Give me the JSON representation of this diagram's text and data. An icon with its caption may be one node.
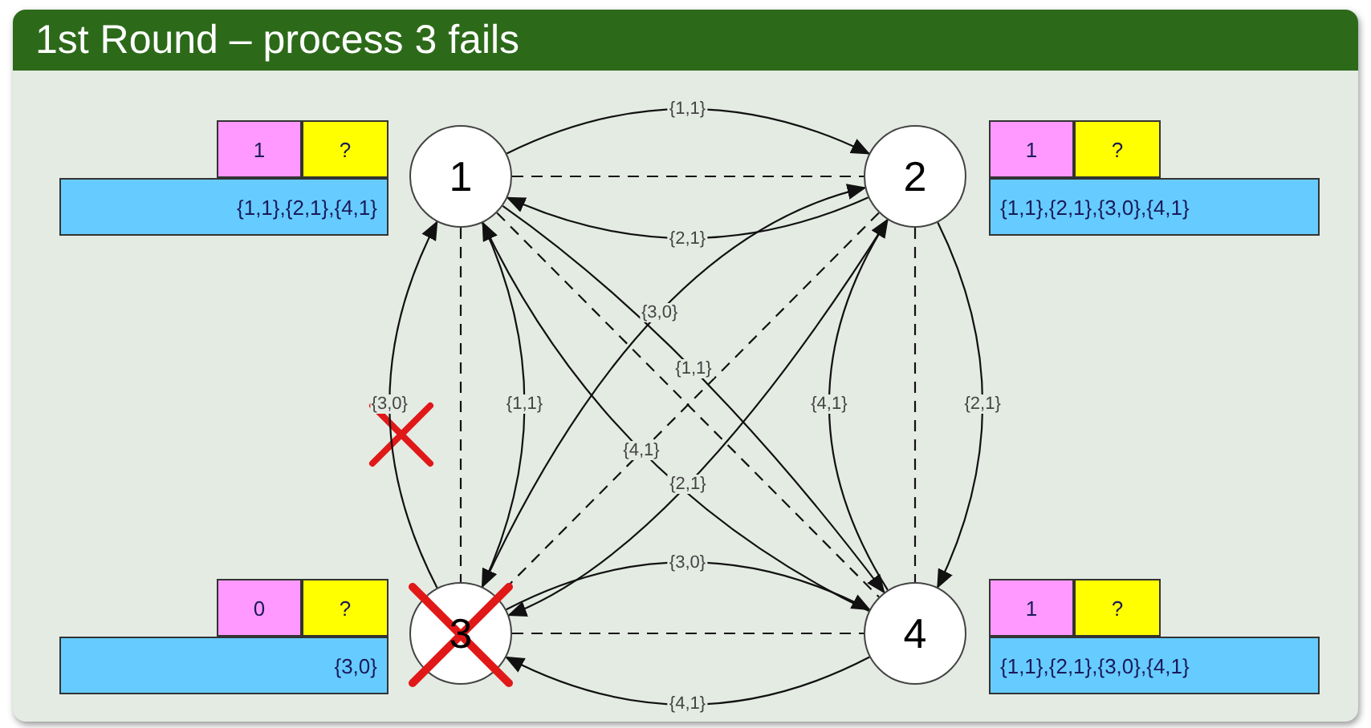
{
  "diagram": {
    "title": "1st Round – process 3 fails",
    "nodes": [
      {
        "text": [
          "1"
        ]
      },
      {
        "text": [
          "2"
        ]
      },
      {
        "text": [
          "3"
        ]
      },
      {
        "text": [
          "4"
        ]
      },
      {
        "text": [
          "1"
        ]
      },
      {
        "text": [
          "?"
        ]
      },
      {
        "text": [
          "{1,1},{2,1},{4,1}"
        ]
      },
      {
        "text": [
          "1"
        ]
      },
      {
        "text": [
          "?"
        ]
      },
      {
        "text": [
          "{1,1},{2,1},{3,0},{4,1}"
        ]
      },
      {
        "text": [
          "0"
        ]
      },
      {
        "text": [
          "?"
        ]
      },
      {
        "text": [
          "{3,0}"
        ]
      },
      {
        "text": [
          "1"
        ]
      },
      {
        "text": [
          "?"
        ]
      },
      {
        "text": [
          "{1,1},{2,1},{3,0},{4,1}"
        ]
      }
    ],
    "edges": [
      {
        "from": 0,
        "to": 1,
        "arrow": "to",
        "label": "{1,1}"
      },
      {
        "from": 0,
        "to": 1,
        "arrow": "none",
        "style": "dashed"
      },
      {
        "from": 1,
        "to": 0,
        "arrow": "to",
        "label": "{2,1}"
      },
      {
        "from": 2,
        "to": 0,
        "arrow": "to",
        "label": "{3,0}"
      },
      {
        "from": 0,
        "to": 2,
        "arrow": "none",
        "style": "dashed"
      },
      {
        "from": 0,
        "to": 2,
        "arrow": "to",
        "label": "{1,1}"
      },
      {
        "from": 2,
        "to": 1,
        "arrow": "to",
        "label": "{3,0}"
      },
      {
        "from": 0,
        "to": 3,
        "arrow": "to",
        "label": "{1,1}"
      },
      {
        "from": 3,
        "to": 0,
        "arrow": "to",
        "label": "{4,1}"
      },
      {
        "from": 0,
        "to": 3,
        "arrow": "none",
        "style": "dashed"
      },
      {
        "from": 1,
        "to": 2,
        "arrow": "none",
        "style": "dashed"
      },
      {
        "from": 1,
        "to": 2,
        "arrow": "to",
        "label": "{2,1}"
      },
      {
        "from": 3,
        "to": 1,
        "arrow": "to",
        "label": "{4,1}"
      },
      {
        "from": 1,
        "to": 3,
        "arrow": "none",
        "style": "dashed"
      },
      {
        "from": 1,
        "to": 3,
        "arrow": "to",
        "label": "{2,1}"
      },
      {
        "from": 2,
        "to": 3,
        "arrow": "to",
        "label": "{3,0}"
      },
      {
        "from": 2,
        "to": 3,
        "arrow": "none",
        "style": "dashed"
      },
      {
        "from": 3,
        "to": 2,
        "arrow": "to",
        "label": "{4,1}"
      }
    ]
  }
}
